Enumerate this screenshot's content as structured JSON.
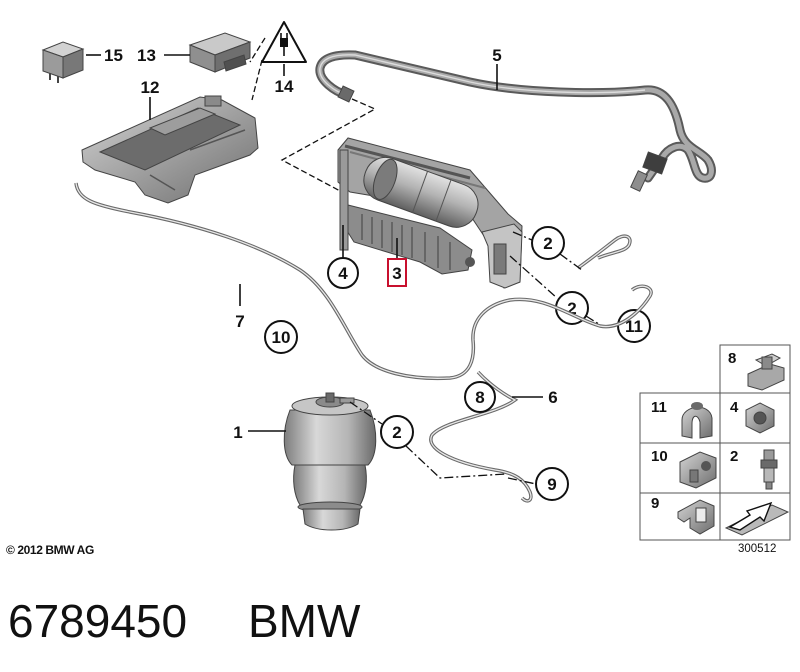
{
  "callouts": [
    "15",
    "13",
    "14",
    "12",
    "5",
    "4",
    "3",
    "2",
    "2",
    "11",
    "7",
    "10",
    "8",
    "6",
    "1",
    "2",
    "9"
  ],
  "legend": [
    "8",
    "11",
    "4",
    "10",
    "2",
    "9"
  ],
  "copyright": "© 2012 BMW AG",
  "illustration_number": "300512",
  "caption": {
    "part_number": "6789450",
    "brand": "BMW"
  },
  "colors": {
    "highlight": "#c8102e"
  }
}
